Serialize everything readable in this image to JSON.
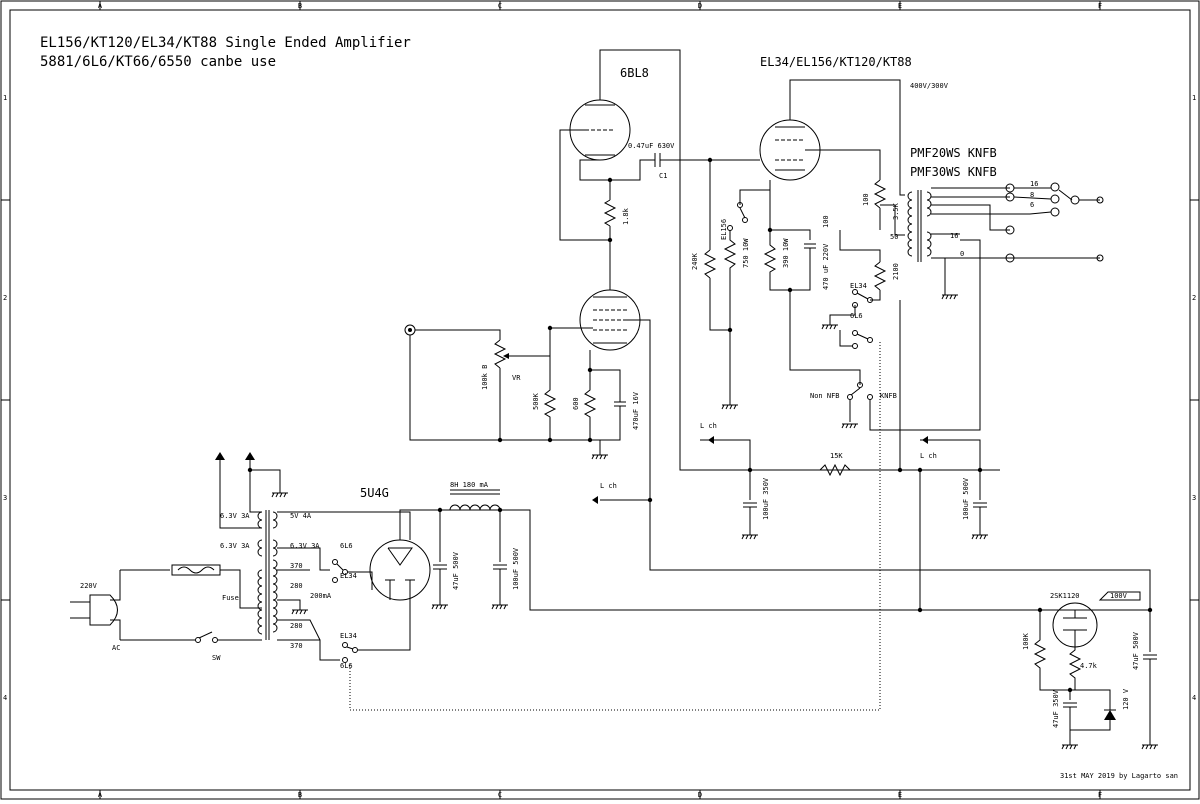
{
  "title": {
    "line1": "EL156/KT120/EL34/KT88 Single Ended Amplifier",
    "line2": "5881/6L6/KT66/6550  canbe use"
  },
  "grid": {
    "columns": [
      "A",
      "B",
      "C",
      "D",
      "E",
      "F"
    ],
    "rows": [
      "1",
      "2",
      "3",
      "4"
    ]
  },
  "tubes": {
    "driver": "6BL8",
    "output": "EL34/EL156/KT120/KT88",
    "rectifier": "5U4G"
  },
  "output_transformer": {
    "line1": "PMF20WS KNFB",
    "line2": "PMF30WS KNFB",
    "taps": [
      "16",
      "8",
      "6",
      "16",
      "0"
    ],
    "small_taps": [
      "3.5K",
      "50"
    ]
  },
  "supply_label": "400V/300V",
  "components": {
    "c1_value": "0.47uF 630V",
    "c1_ref": "C1",
    "r_1k8": "1.8k",
    "r_240k": "240K",
    "el156_label": "EL156",
    "r_750": "750 10W",
    "r_390": "390 10W",
    "c_470_220": "470 uF 220V",
    "r_100a": "100",
    "r_100b": "100",
    "r_2100": "2100",
    "vr_value": "100k B",
    "vr_ref": "VR",
    "r_500k": "500K",
    "r_600": "600",
    "c_470_16": "470uF 16V",
    "r_15k": "15K",
    "c_100_350": "100uF 350V",
    "c_100_500a": "100uF 500V",
    "c_47_500": "47uF 500V",
    "c_100_500b": "100uF 500V",
    "choke": "8H 180 mA",
    "mosfet": "2SK1120",
    "r_100k": "100K",
    "r_4k7": "4.7k",
    "c_47_350": "47uF 350V",
    "zener": "120 V",
    "c_47_500b": "47uF 500V",
    "v_100": "100V"
  },
  "switches": {
    "el34_a": "EL34",
    "l6_a": "6L6",
    "non_nfb": "Non NFB",
    "knfb": "KNFB",
    "pt_6l6_top": "6L6",
    "pt_el34_top": "EL34",
    "pt_el34_bot": "EL34",
    "pt_6l6_bot": "6L6"
  },
  "channel_labels": {
    "lch_1": "L ch",
    "lch_2": "L ch",
    "lch_3": "L ch"
  },
  "power_transformer": {
    "pri_taps": [
      "6.3V 3A",
      "6.3V 3A"
    ],
    "sec_taps": [
      "5V 4A",
      "6.3V 3A",
      "370",
      "280",
      "280",
      "370"
    ],
    "current": "200mA",
    "fuse": "Fuse",
    "mains": "220V",
    "ac": "AC",
    "sw": "SW"
  },
  "footer": "31st MAY 2019 by Lagarto san"
}
